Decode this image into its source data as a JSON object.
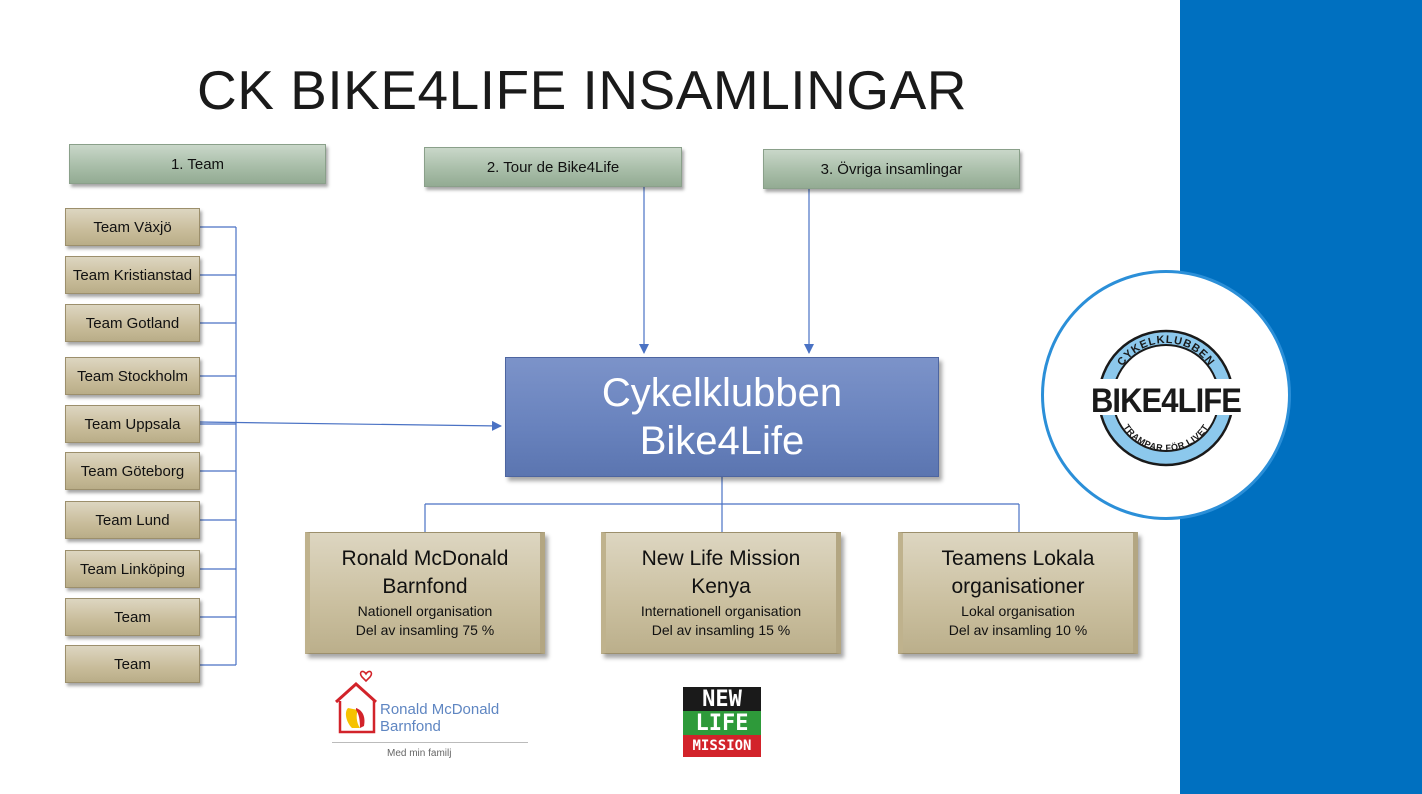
{
  "title": "CK BIKE4LIFE INSAMLINGAR",
  "headers": [
    "1. Team",
    "2. Tour de Bike4Life",
    "3. Övriga insamlingar"
  ],
  "teams": [
    "Team Växjö",
    "Team Kristianstad",
    "Team Gotland",
    "Team Stockholm",
    "Team Uppsala",
    "Team Göteborg",
    "Team Lund",
    "Team Linköping",
    "Team",
    "Team"
  ],
  "center": {
    "line1": "Cykelklubben",
    "line2": "Bike4Life"
  },
  "orgs": [
    {
      "name1": "Ronald McDonald",
      "name2": "Barnfond",
      "type": "Nationell organisation",
      "share": "Del av insamling 75 %"
    },
    {
      "name1": "New Life Mission",
      "name2": "Kenya",
      "type": "Internationell organisation",
      "share": "Del av insamling 15 %"
    },
    {
      "name1": "Teamens Lokala",
      "name2": "organisationer",
      "type": "Lokal organisation",
      "share": "Del av insamling 10 %"
    }
  ],
  "logos": {
    "bike4life": {
      "top": "CYKELKLUBBEN",
      "main": "BIKE4LIFE",
      "bottom": "TRAMPAR FÖR LIVET"
    },
    "rmhc": {
      "line1": "Ronald McDonald",
      "line2": "Barnfond",
      "tagline": "Med min familj"
    },
    "nlm": {
      "line1": "NEW",
      "line2": "LIFE",
      "line3": "MISSION"
    }
  },
  "colors": {
    "accent_band": "#0070c0",
    "center_box": "#6882bd",
    "header_box": "#a9bea9",
    "team_box": "#c8bc9a",
    "connector": "#4a72c4"
  }
}
